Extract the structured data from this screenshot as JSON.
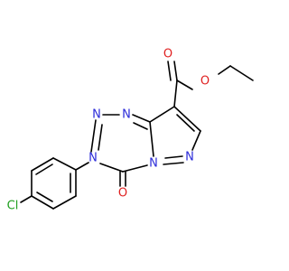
{
  "atoms": {
    "n1": {
      "symbol": "N",
      "color": "#2b2bd9"
    },
    "n2": {
      "symbol": "N",
      "color": "#2b2bd9"
    },
    "n3": {
      "symbol": "N",
      "color": "#2b2bd9"
    },
    "n4": {
      "symbol": "N",
      "color": "#2b2bd9"
    },
    "n5": {
      "symbol": "N",
      "color": "#2b2bd9"
    },
    "o_ketone": {
      "symbol": "O",
      "color": "#e02020"
    },
    "o_carbonyl": {
      "symbol": "O",
      "color": "#e02020"
    },
    "o_ether": {
      "symbol": "O",
      "color": "#e02020"
    },
    "cl": {
      "symbol": "Cl",
      "color": "#1e9e1e"
    }
  },
  "bond_color": "#000000"
}
